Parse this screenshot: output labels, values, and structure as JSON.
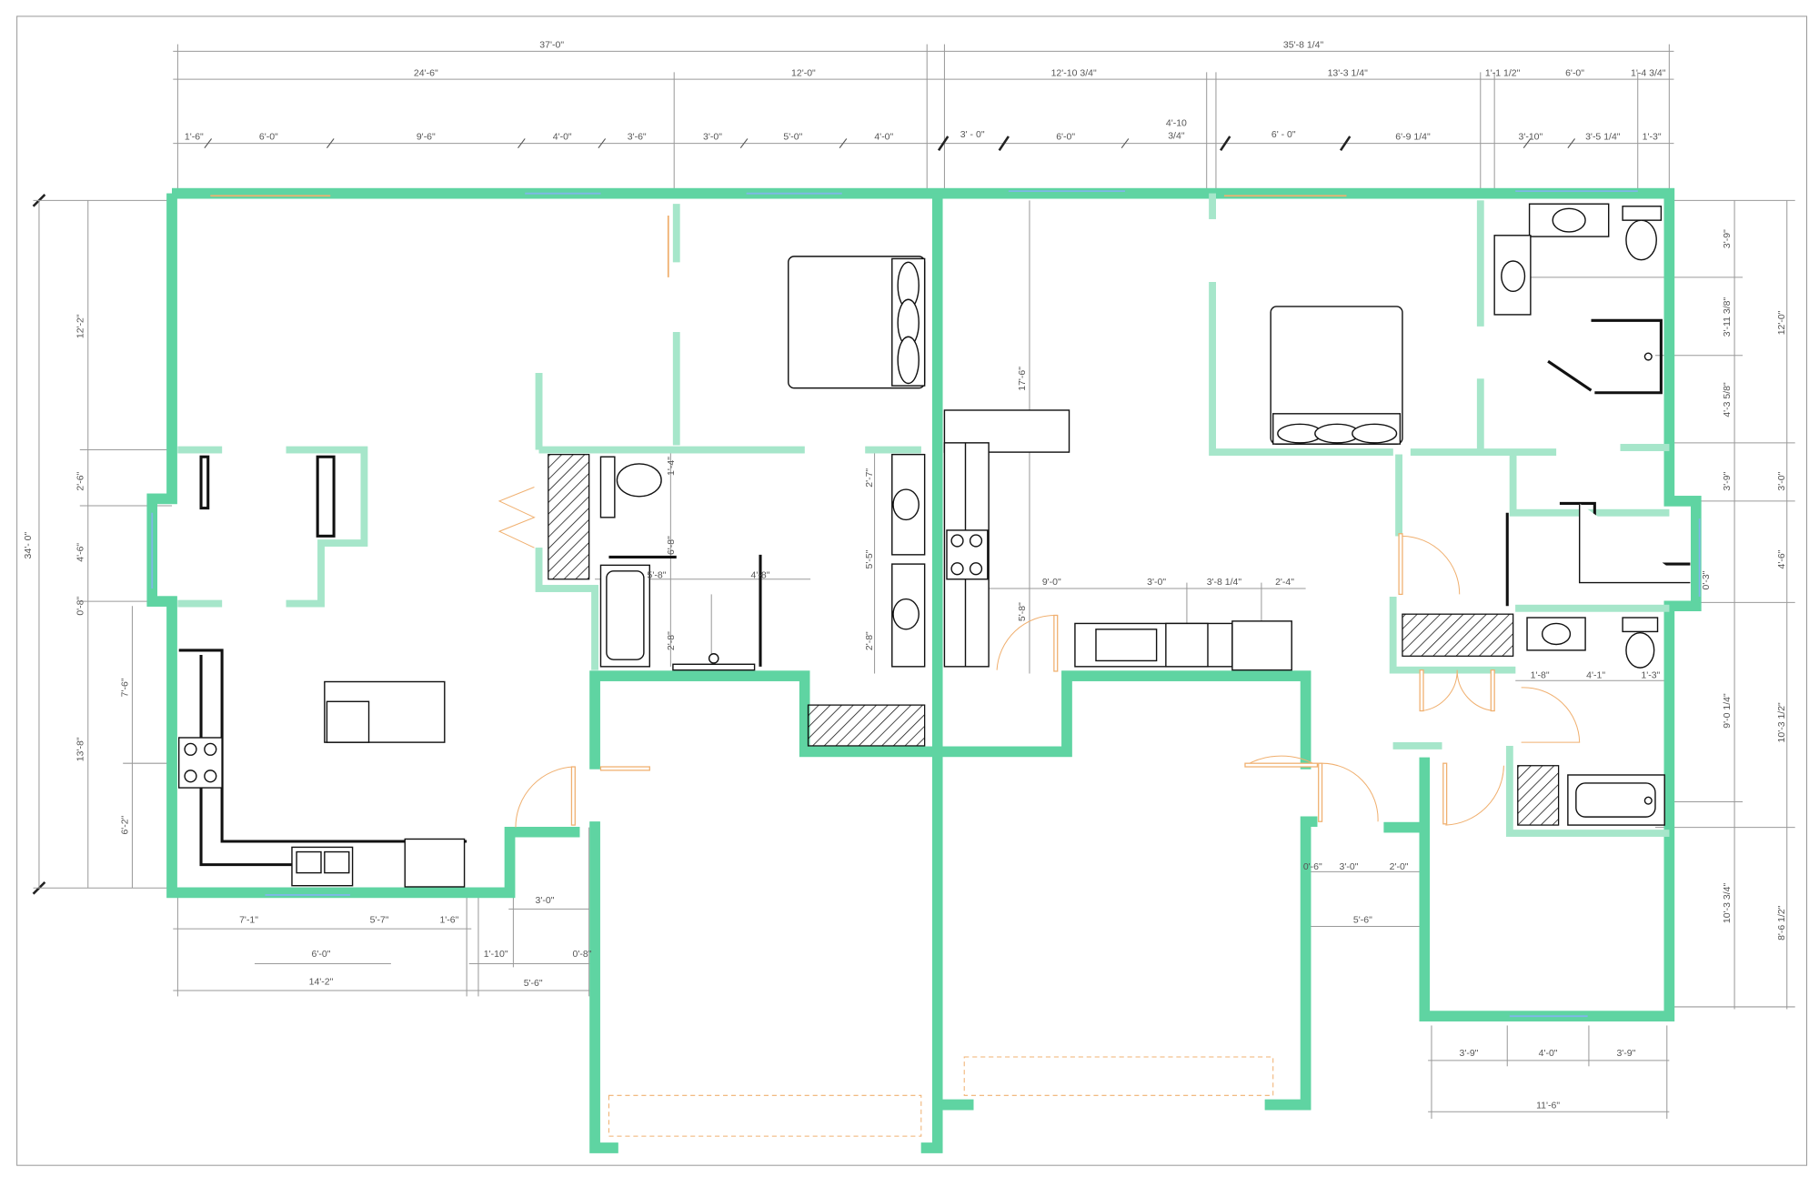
{
  "title": "Floor plan",
  "colors": {
    "exterior_wall": "#5fd4a2",
    "interior_wall": "#a6e6ca",
    "door": "#f0b070",
    "window": "#7fb7e8",
    "dimension": "#9a9a9a"
  },
  "dims": {
    "top1": [
      "37'-0\"",
      "35'-8 1/4\""
    ],
    "top2": [
      "24'-6\"",
      "12'-0\"",
      "12'-10 3/4\"",
      "13'-3 1/4\"",
      "1'-1 1/2\"",
      "6'-0\"",
      "1'-4 3/4\""
    ],
    "top3": [
      "1'-6\"",
      "6'-0\"",
      "9'-6\"",
      "4'-0\"",
      "3'-6\"",
      "3'-0\"",
      "5'-0\"",
      "4'-0\"",
      "3' - 0\"",
      "6'-0\"",
      "4'-10",
      "3/4\"",
      "6' - 0\"",
      "6'-9 1/4\"",
      "3'-10\"",
      "3'-5 1/4\"",
      "1'-3\""
    ],
    "left": [
      "34'- 0\"",
      "12'-2\"",
      "2'-6\"",
      "4'-6\"",
      "0'-8\"",
      "13'-8\"",
      "7'-6\"",
      "6'-2\""
    ],
    "right": [
      "3'-9\"",
      "3'-11 3/8\"",
      "4'-3 5/8\"",
      "3'-9\"",
      "0'-3\"",
      "9'-0 1/4\"",
      "10'-3 3/4\"",
      "12'-0\"",
      "3'-0\"",
      "4'-6\"",
      "10'-3 1/2\"",
      "8'-6 1/2\""
    ],
    "bottom_left": [
      "7'-1\"",
      "5'-7\"",
      "1'-6\"",
      "6'-0\"",
      "14'-2\"",
      "3'-0\"",
      "1'-10\"",
      "0'-8\"",
      "5'-6\""
    ],
    "interior": [
      "1'-4\"",
      "6'-8\"",
      "5'-8\"",
      "4'-8\"",
      "2'-8\"",
      "2'-7\"",
      "5'-5\"",
      "2'-8\"",
      "17'-6\"",
      "9'-0\"",
      "3'-0\"",
      "3'-8 1/4\"",
      "2'-4\"",
      "5'-8\""
    ],
    "bottom_right": [
      "1'-8\"",
      "4'-1\"",
      "1'-3\"",
      "0'-6\"",
      "3'-0\"",
      "2'-0\"",
      "5'-6\"",
      "3'-9\"",
      "4'-0\"",
      "3'-9\"",
      "11'-6\""
    ]
  }
}
